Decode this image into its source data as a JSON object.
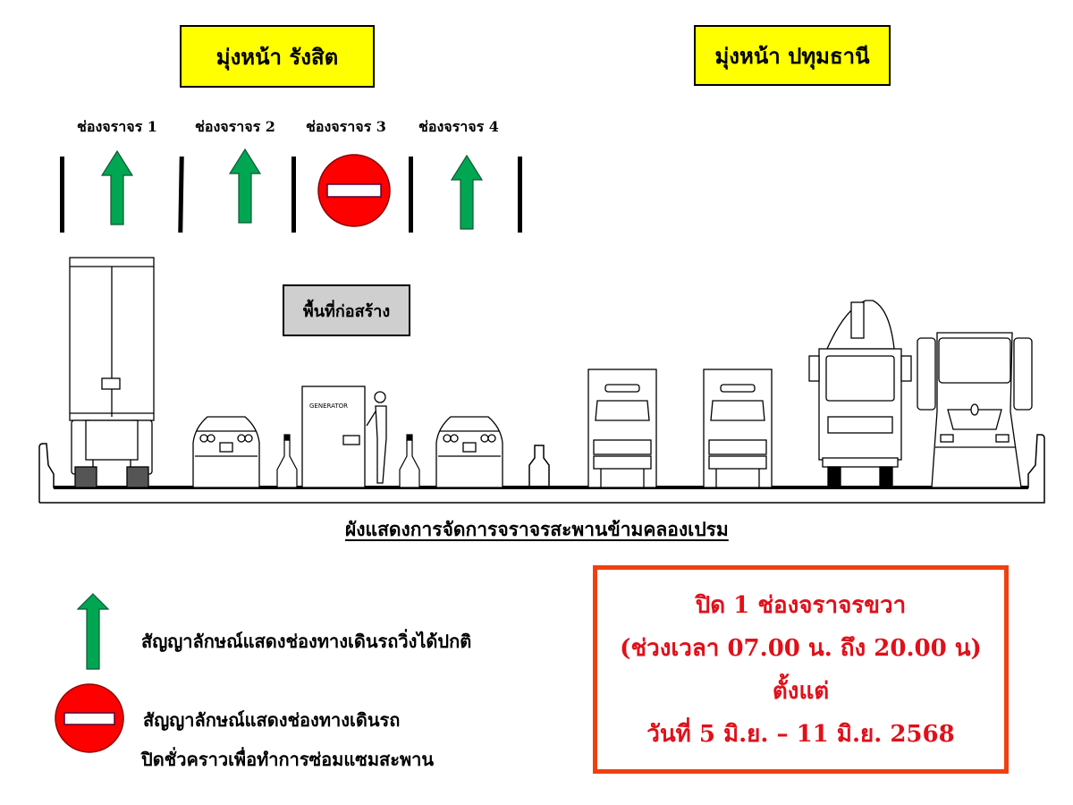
{
  "direction_signs": {
    "left": "มุ่งหน้า รังสิต",
    "right": "มุ่งหน้า ปทุมธานี"
  },
  "lanes": [
    {
      "label": "ช่องจราจร 1",
      "status": "open",
      "icon": "green-up-arrow-icon"
    },
    {
      "label": "ช่องจราจร 2",
      "status": "open",
      "icon": "green-up-arrow-icon"
    },
    {
      "label": "ช่องจราจร 3",
      "status": "closed",
      "icon": "no-entry-icon"
    },
    {
      "label": "ช่องจราจร 4",
      "status": "open",
      "icon": "green-up-arrow-icon"
    }
  ],
  "construction_zone": {
    "label": "พื้นที่ก่อสร้าง",
    "generator_label": "GENERATOR"
  },
  "diagram_title": "ผังแสดงการจัดการจราจรสะพานข้ามคลองเปรม",
  "legend": {
    "open_lane": "สัญญาลักษณ์แสดงช่องทางเดินรถวิ่งได้ปกติ",
    "closed_lane_line1": "สัญญาลักษณ์แสดงช่องทางเดินรถ",
    "closed_lane_line2": "ปิดชั่วคราวเพื่อทำการซ่อมแซมสะพาน"
  },
  "notice": {
    "line1": "ปิด 1 ช่องจราจรขวา",
    "line2": "(ช่วงเวลา 07.00 น. ถึง 20.00 น)",
    "line3": "ตั้งแต่",
    "line4": "วันที่ 5 มิ.ย. – 11 มิ.ย. 2568"
  },
  "colors": {
    "sign_yellow": "#ffff00",
    "arrow_green": "#00a651",
    "no_entry_red": "#ff0000",
    "notice_border": "#f04010",
    "notice_text": "#e0101a",
    "construction_gray": "#cfcfcf"
  }
}
